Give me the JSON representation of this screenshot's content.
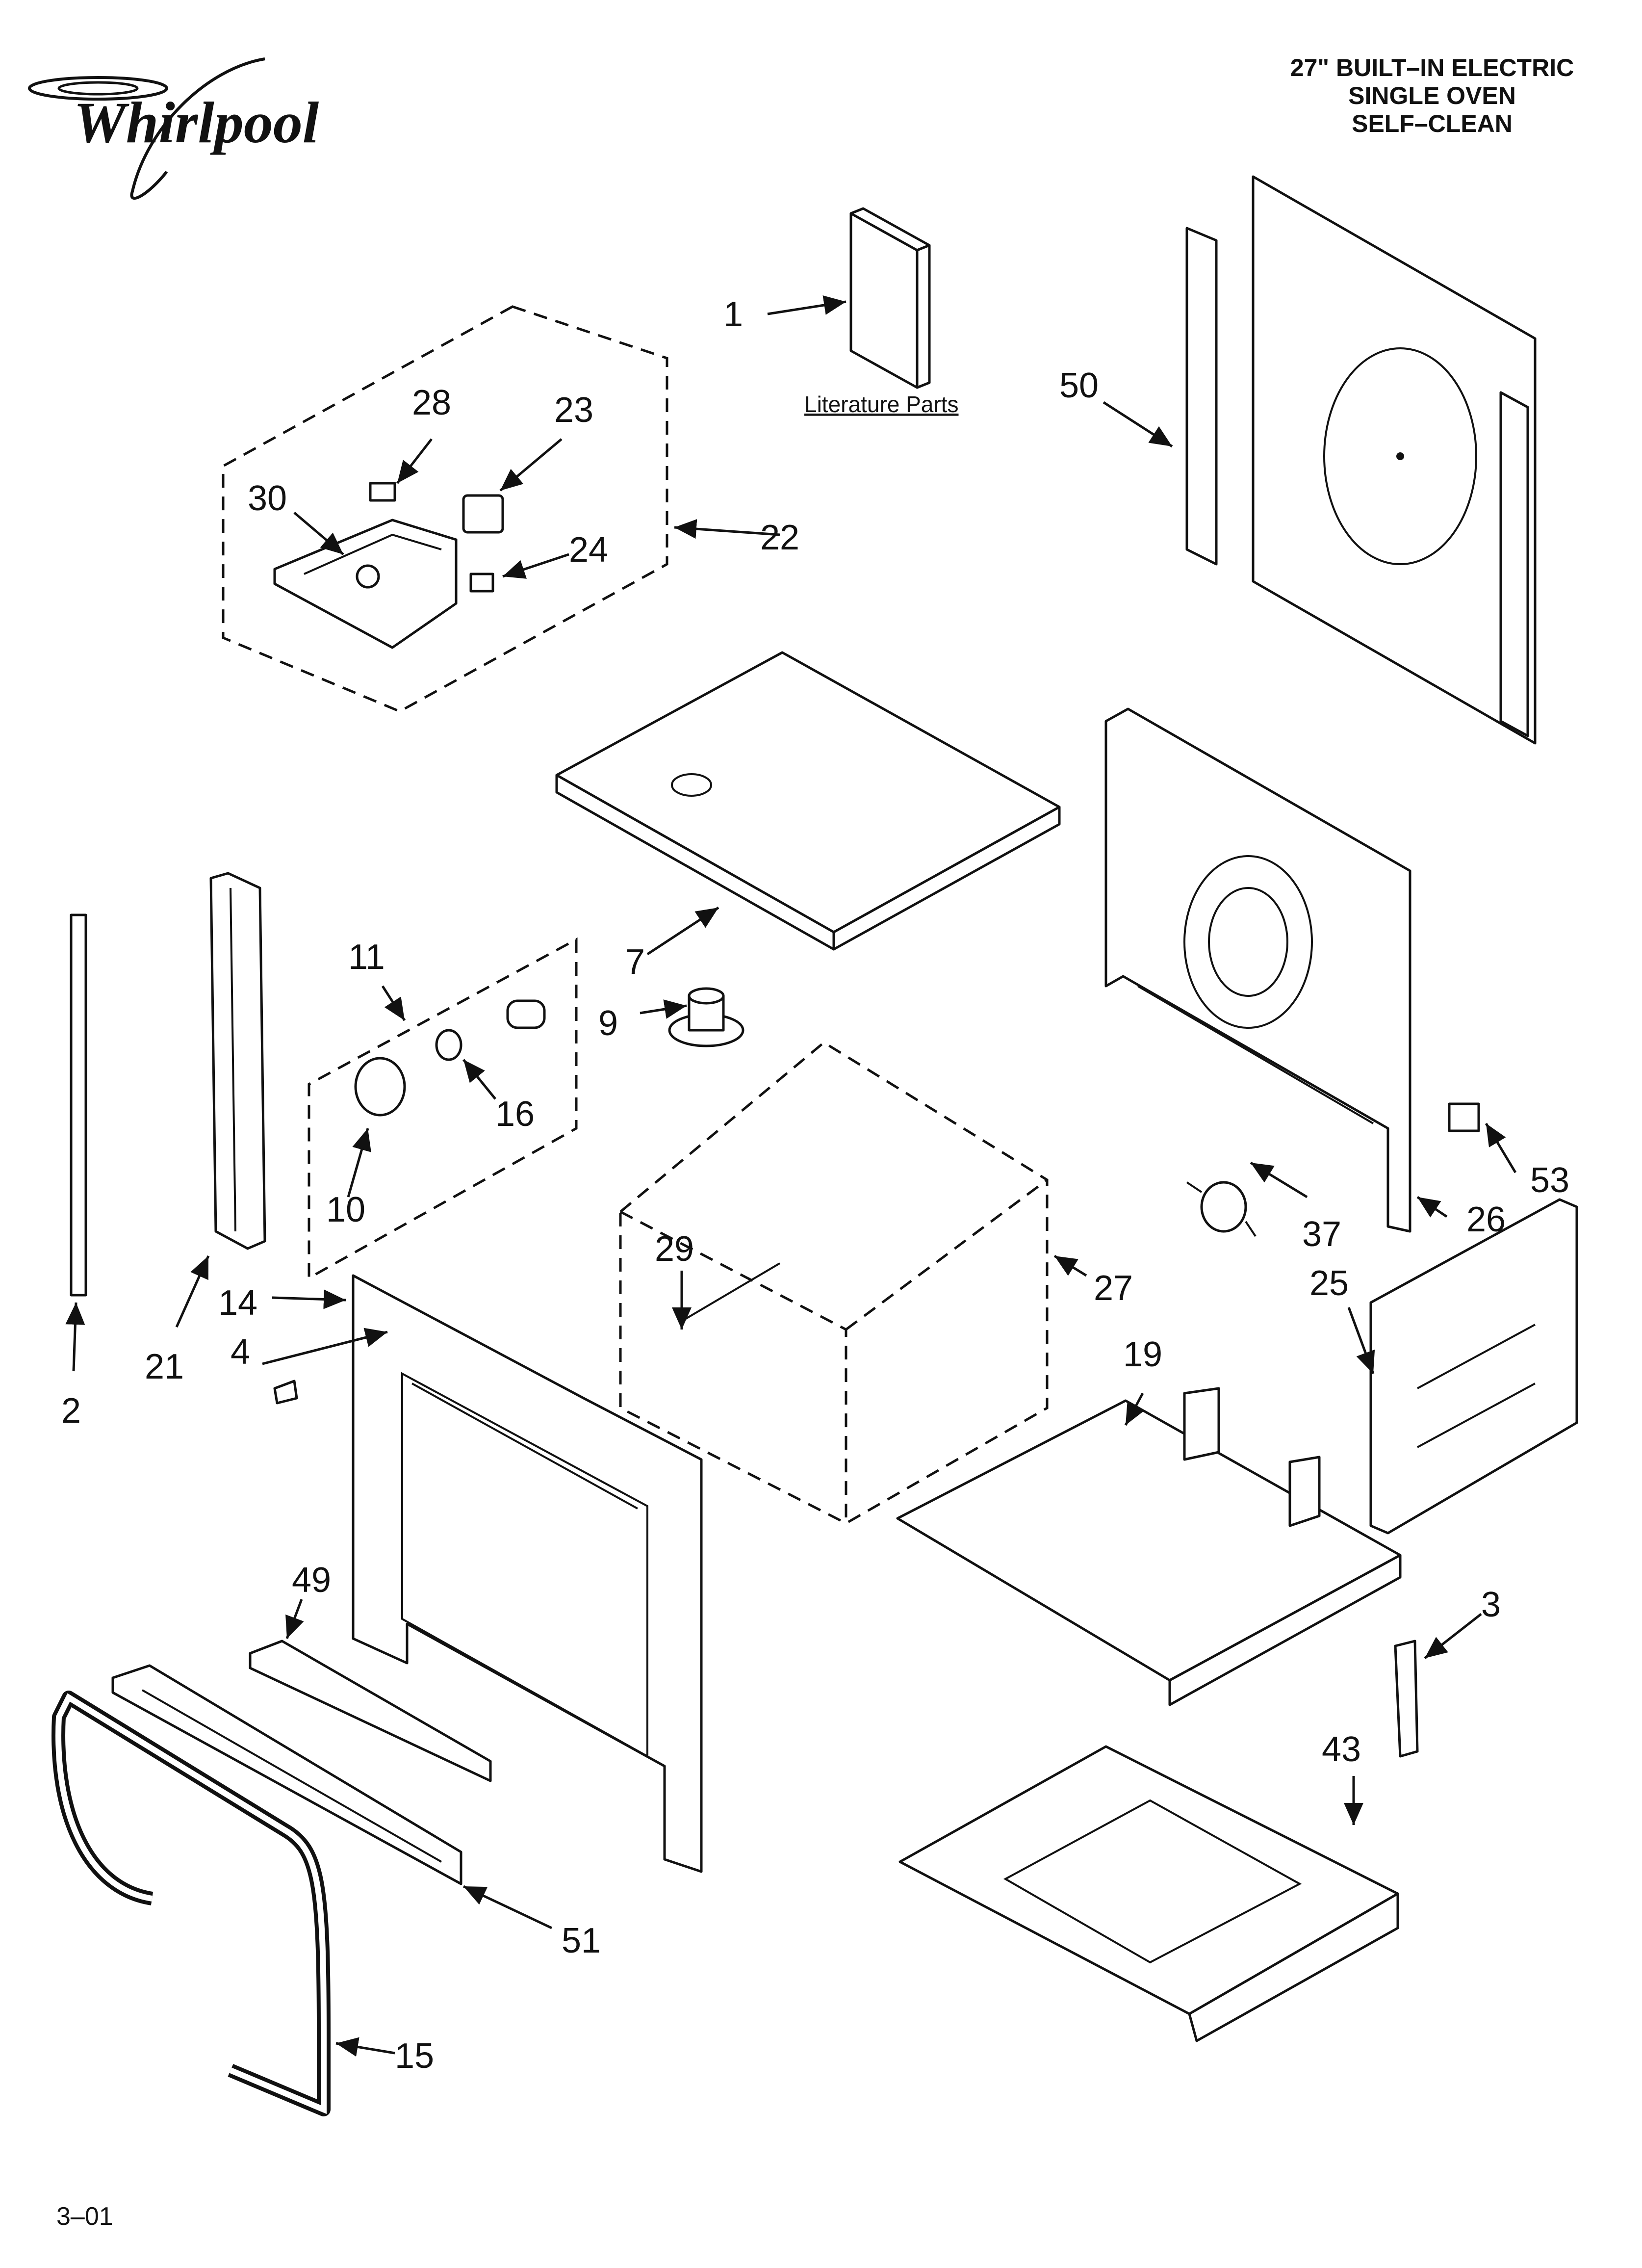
{
  "brand": {
    "logo": "Whirlpool"
  },
  "header": {
    "line1": "27\" BUILT–IN ELECTRIC",
    "line2": "SINGLE OVEN",
    "line3": "SELF–CLEAN"
  },
  "literature_label": "Literature Parts",
  "footer": {
    "code": "3–01"
  },
  "callouts": {
    "c1": "1",
    "c2": "2",
    "c3": "3",
    "c4": "4",
    "c7": "7",
    "c9": "9",
    "c10": "10",
    "c11": "11",
    "c14": "14",
    "c15": "15",
    "c16": "16",
    "c19": "19",
    "c21": "21",
    "c22": "22",
    "c23": "23",
    "c24": "24",
    "c25": "25",
    "c26": "26",
    "c27": "27",
    "c28": "28",
    "c29": "29",
    "c30": "30",
    "c37": "37",
    "c43": "43",
    "c49": "49",
    "c50": "50",
    "c51": "51",
    "c53": "53"
  }
}
